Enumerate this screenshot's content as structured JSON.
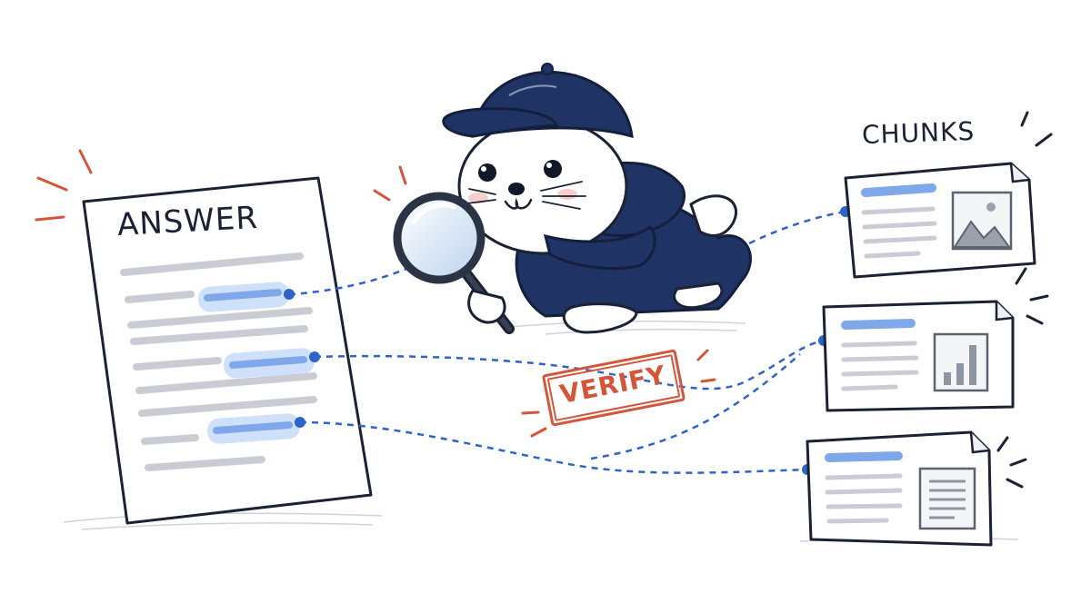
{
  "answer_doc": {
    "title": "ANSWER"
  },
  "chunks_panel": {
    "title": "CHUNKS"
  },
  "stamp": {
    "label": "VERIFY"
  },
  "chunks": [
    {
      "thumbnail": "mountain-image-icon"
    },
    {
      "thumbnail": "bar-chart-icon"
    },
    {
      "thumbnail": "text-document-icon"
    }
  ],
  "colors": {
    "ink": "#1a2233",
    "highlight": "#7fa8ea",
    "highlight_fill": "#cfe0fb",
    "connector": "#2e63c9",
    "accent": "#d4553a",
    "hoodie": "#1f3465",
    "line_gray": "#c9ccd2"
  }
}
